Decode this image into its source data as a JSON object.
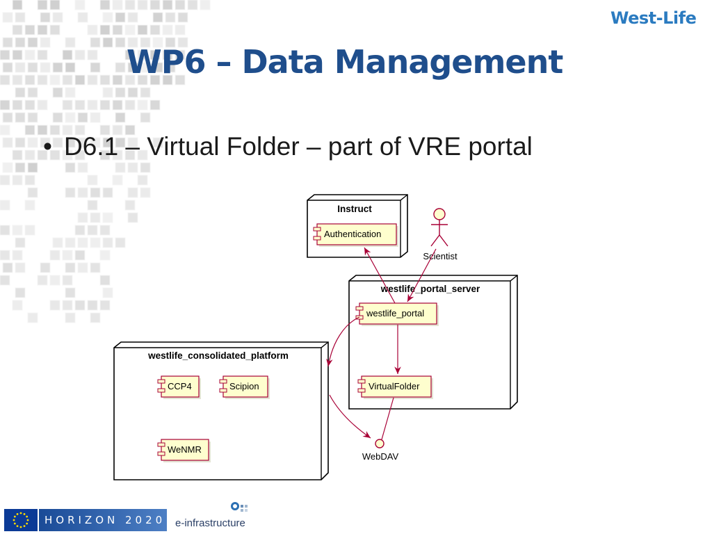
{
  "slide": {
    "brand": "West-Life",
    "title": "WP6 – Data Management",
    "bullet": "D6.1 – Virtual Folder – part of VRE portal"
  },
  "diagram": {
    "nodes": {
      "instruct": "Instruct",
      "portal_server": "westlife_portal_server",
      "platform": "westlife_consolidated_platform"
    },
    "components": {
      "authentication": "Authentication",
      "westlife_portal": "westlife_portal",
      "virtual_folder": "VirtualFolder",
      "ccp4": "CCP4",
      "scipion": "Scipion",
      "wenmr": "WeNMR"
    },
    "actor": "Scientist",
    "interface": "WebDAV",
    "colors": {
      "component_fill": "#fefece",
      "component_stroke": "#a80036",
      "arrow": "#a80036"
    }
  },
  "footer": {
    "horizon": "HORIZON 2020",
    "einfra": "e-infrastructure"
  }
}
